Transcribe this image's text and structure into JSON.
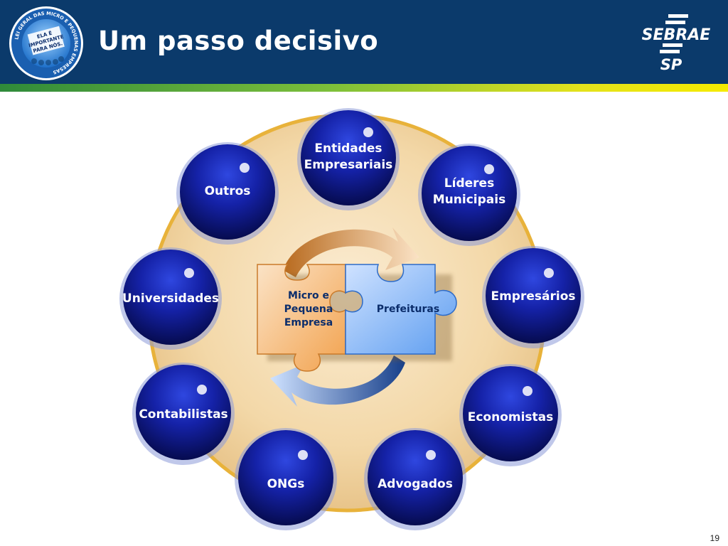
{
  "header": {
    "title": "Um passo decisivo",
    "badge_ring_text": "LEI GERAL DAS MICRO E PEQUENAS EMPRESAS",
    "badge_center": [
      "ELA É",
      "IMPORTANTE",
      "PARA NÓS."
    ],
    "logo_top": "SEBRAE",
    "logo_bottom": "SP"
  },
  "puzzle": {
    "left_lines": [
      "Micro e",
      "Pequena",
      "Empresa"
    ],
    "right": "Prefeituras"
  },
  "spheres": [
    {
      "lines": [
        "Entidades",
        "Empresariais"
      ]
    },
    {
      "lines": [
        "Líderes",
        "Municipais"
      ]
    },
    {
      "lines": [
        "Empresários"
      ]
    },
    {
      "lines": [
        "Economistas"
      ]
    },
    {
      "lines": [
        "Advogados"
      ]
    },
    {
      "lines": [
        "ONGs"
      ]
    },
    {
      "lines": [
        "Contabilistas"
      ]
    },
    {
      "lines": [
        "Universidades"
      ]
    },
    {
      "lines": [
        "Outros"
      ]
    }
  ],
  "page_number": "19",
  "colors": {
    "header": "#0b3a6b",
    "sphere": "#1b2fb0",
    "ring": "#e8b23a",
    "left_piece": "#f2a24e",
    "right_piece": "#5d9df0"
  }
}
